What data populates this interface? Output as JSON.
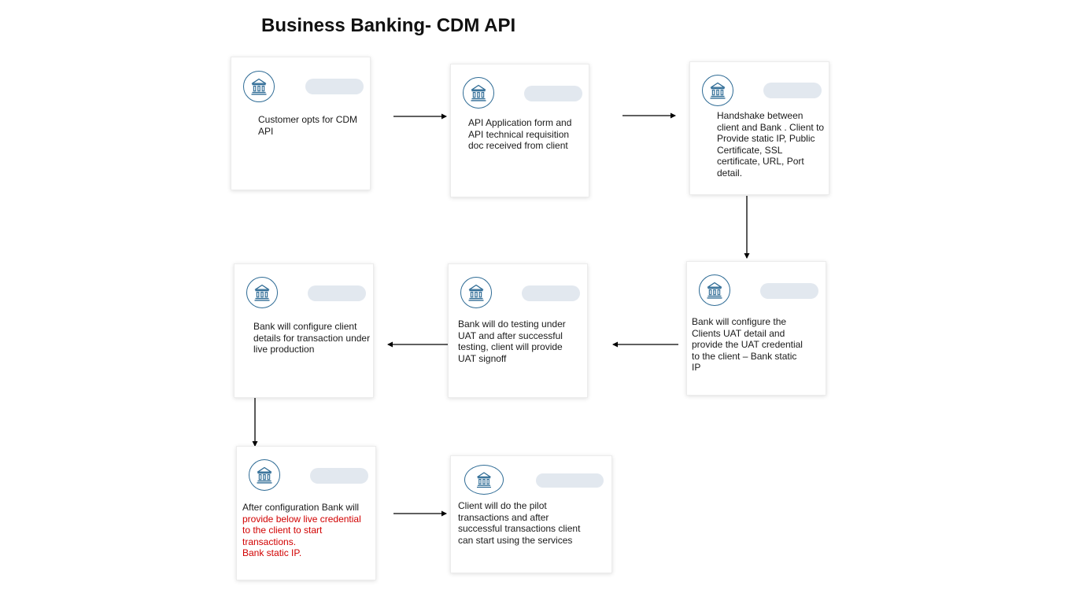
{
  "diagram": {
    "title": "Business Banking- CDM API",
    "colors": {
      "icon_stroke": "#2e6b95",
      "placeholder_pill": "#e2e8ef",
      "highlight_text": "#d10000",
      "arrow": "#000000"
    },
    "icons": {
      "step_icon": "bank-building-icon"
    },
    "steps": [
      {
        "text": "Customer opts for CDM API"
      },
      {
        "text": "API Application form and API technical requisition doc received from client"
      },
      {
        "text": "Handshake between client and Bank . Client to Provide static IP, Public Certificate, SSL certificate, URL, Port detail."
      },
      {
        "text": "Bank will configure the Clients UAT detail and provide the UAT credential to the client – Bank static IP"
      },
      {
        "text": "Bank will do testing under UAT and after successful testing, client will provide UAT signoff"
      },
      {
        "text": "Bank will configure client details for transaction under live production"
      },
      {
        "text": "After configuration Bank will",
        "highlight_1": "provide below live credential to the client to start transactions.",
        "highlight_2": "Bank static IP."
      },
      {
        "text": "Client will do the pilot transactions and after successful transactions client can start using the services"
      }
    ]
  }
}
